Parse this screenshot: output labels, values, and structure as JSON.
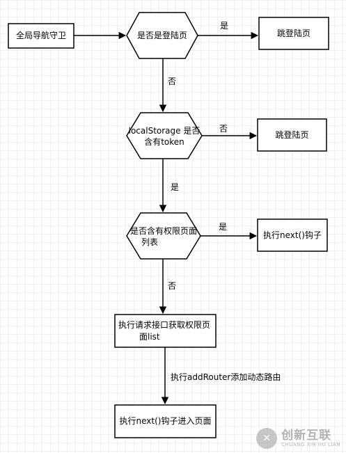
{
  "nodes": {
    "start": "全局导航守卫",
    "check_login_page": "是否是登陆页",
    "goto_login_1": "跳登陆页",
    "check_token_line1": "localStorage 是否",
    "check_token_line2": "含有token",
    "goto_login_2": "跳登陆页",
    "check_perm_line1": "是否含有权限页面",
    "check_perm_line2": "列表",
    "next_hook_1": "执行next()钩子",
    "request_api_line1": "执行请求接口获取权限页",
    "request_api_line2": "面list",
    "next_hook_2": "执行next()钩子进入页面"
  },
  "edges": {
    "login_yes": "是",
    "login_no": "否",
    "token_no": "否",
    "token_yes": "是",
    "perm_yes": "是",
    "perm_no": "否",
    "add_router": "执行addRouter添加动态路由"
  },
  "watermark": {
    "cn": "创新互联",
    "en": "CHUANG XIN HU LIAN"
  }
}
